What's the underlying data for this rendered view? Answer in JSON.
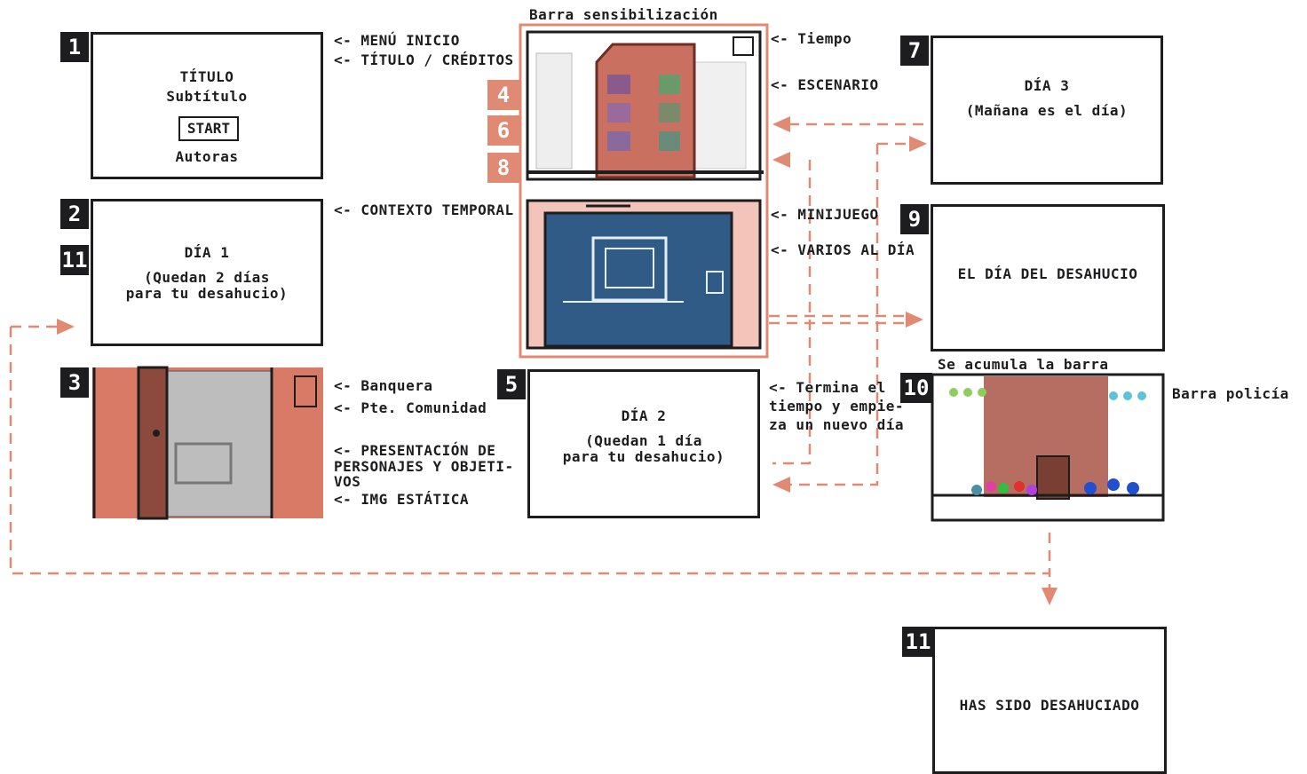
{
  "colors": {
    "ink": "#1d1d1f",
    "accent": "#e08a74",
    "brick": "#c97060",
    "door": "#8c4a3d",
    "screen": "#2f5b86",
    "pink_box": "#e8a597"
  },
  "sensitization_bar_label": "Barra sensibilización",
  "panels": {
    "p1": {
      "number": "1",
      "title": "TÍTULO",
      "subtitle": "Subtítulo",
      "start": "START",
      "authors": "Autoras"
    },
    "p2": {
      "number": "2",
      "number_alt": "11",
      "line1": "DÍA 1",
      "line2": "(Quedan 2 días",
      "line3": "para tu desahucio)"
    },
    "p3": {
      "number": "3"
    },
    "p5": {
      "number": "5",
      "line1": "DÍA 2",
      "line2": "(Quedan 1 día",
      "line3": "para tu desahucio)"
    },
    "p7": {
      "number": "7",
      "line1": "DÍA 3",
      "line2": "(Mañana es el día)"
    },
    "p9": {
      "number": "9",
      "line1": "EL DÍA DEL DESAHUCIO"
    },
    "p10": {
      "number": "10",
      "top_label": "Se acumula la barra",
      "side_label": "Barra policía"
    },
    "p11": {
      "number": "11",
      "line1": "HAS SIDO DESAHUCIADO"
    },
    "center_numbers": [
      "4",
      "6",
      "8"
    ]
  },
  "annotations": {
    "menu_inicio": "<- MENÚ INICIO",
    "titulo_creditos": "<- TÍTULO / CRÉDITOS",
    "contexto_temporal": "<- CONTEXTO TEMPORAL",
    "banquera": "<- Banquera",
    "pte_comunidad": "<- Pte. Comunidad",
    "presentacion_1": "<- PRESENTACIÓN DE",
    "presentacion_2": "PERSONAJES Y OBJETI-",
    "presentacion_3": "VOS",
    "img_estatica": "<- IMG ESTÁTICA",
    "tiempo": "<- Tiempo",
    "escenario": "<- ESCENARIO",
    "minijuego": "<- MINIJUEGO",
    "varios_al_dia": "<- VARIOS AL DÍA",
    "termina_1": "<- Termina el",
    "termina_2": "tiempo y empie-",
    "termina_3": "za un nuevo día"
  }
}
